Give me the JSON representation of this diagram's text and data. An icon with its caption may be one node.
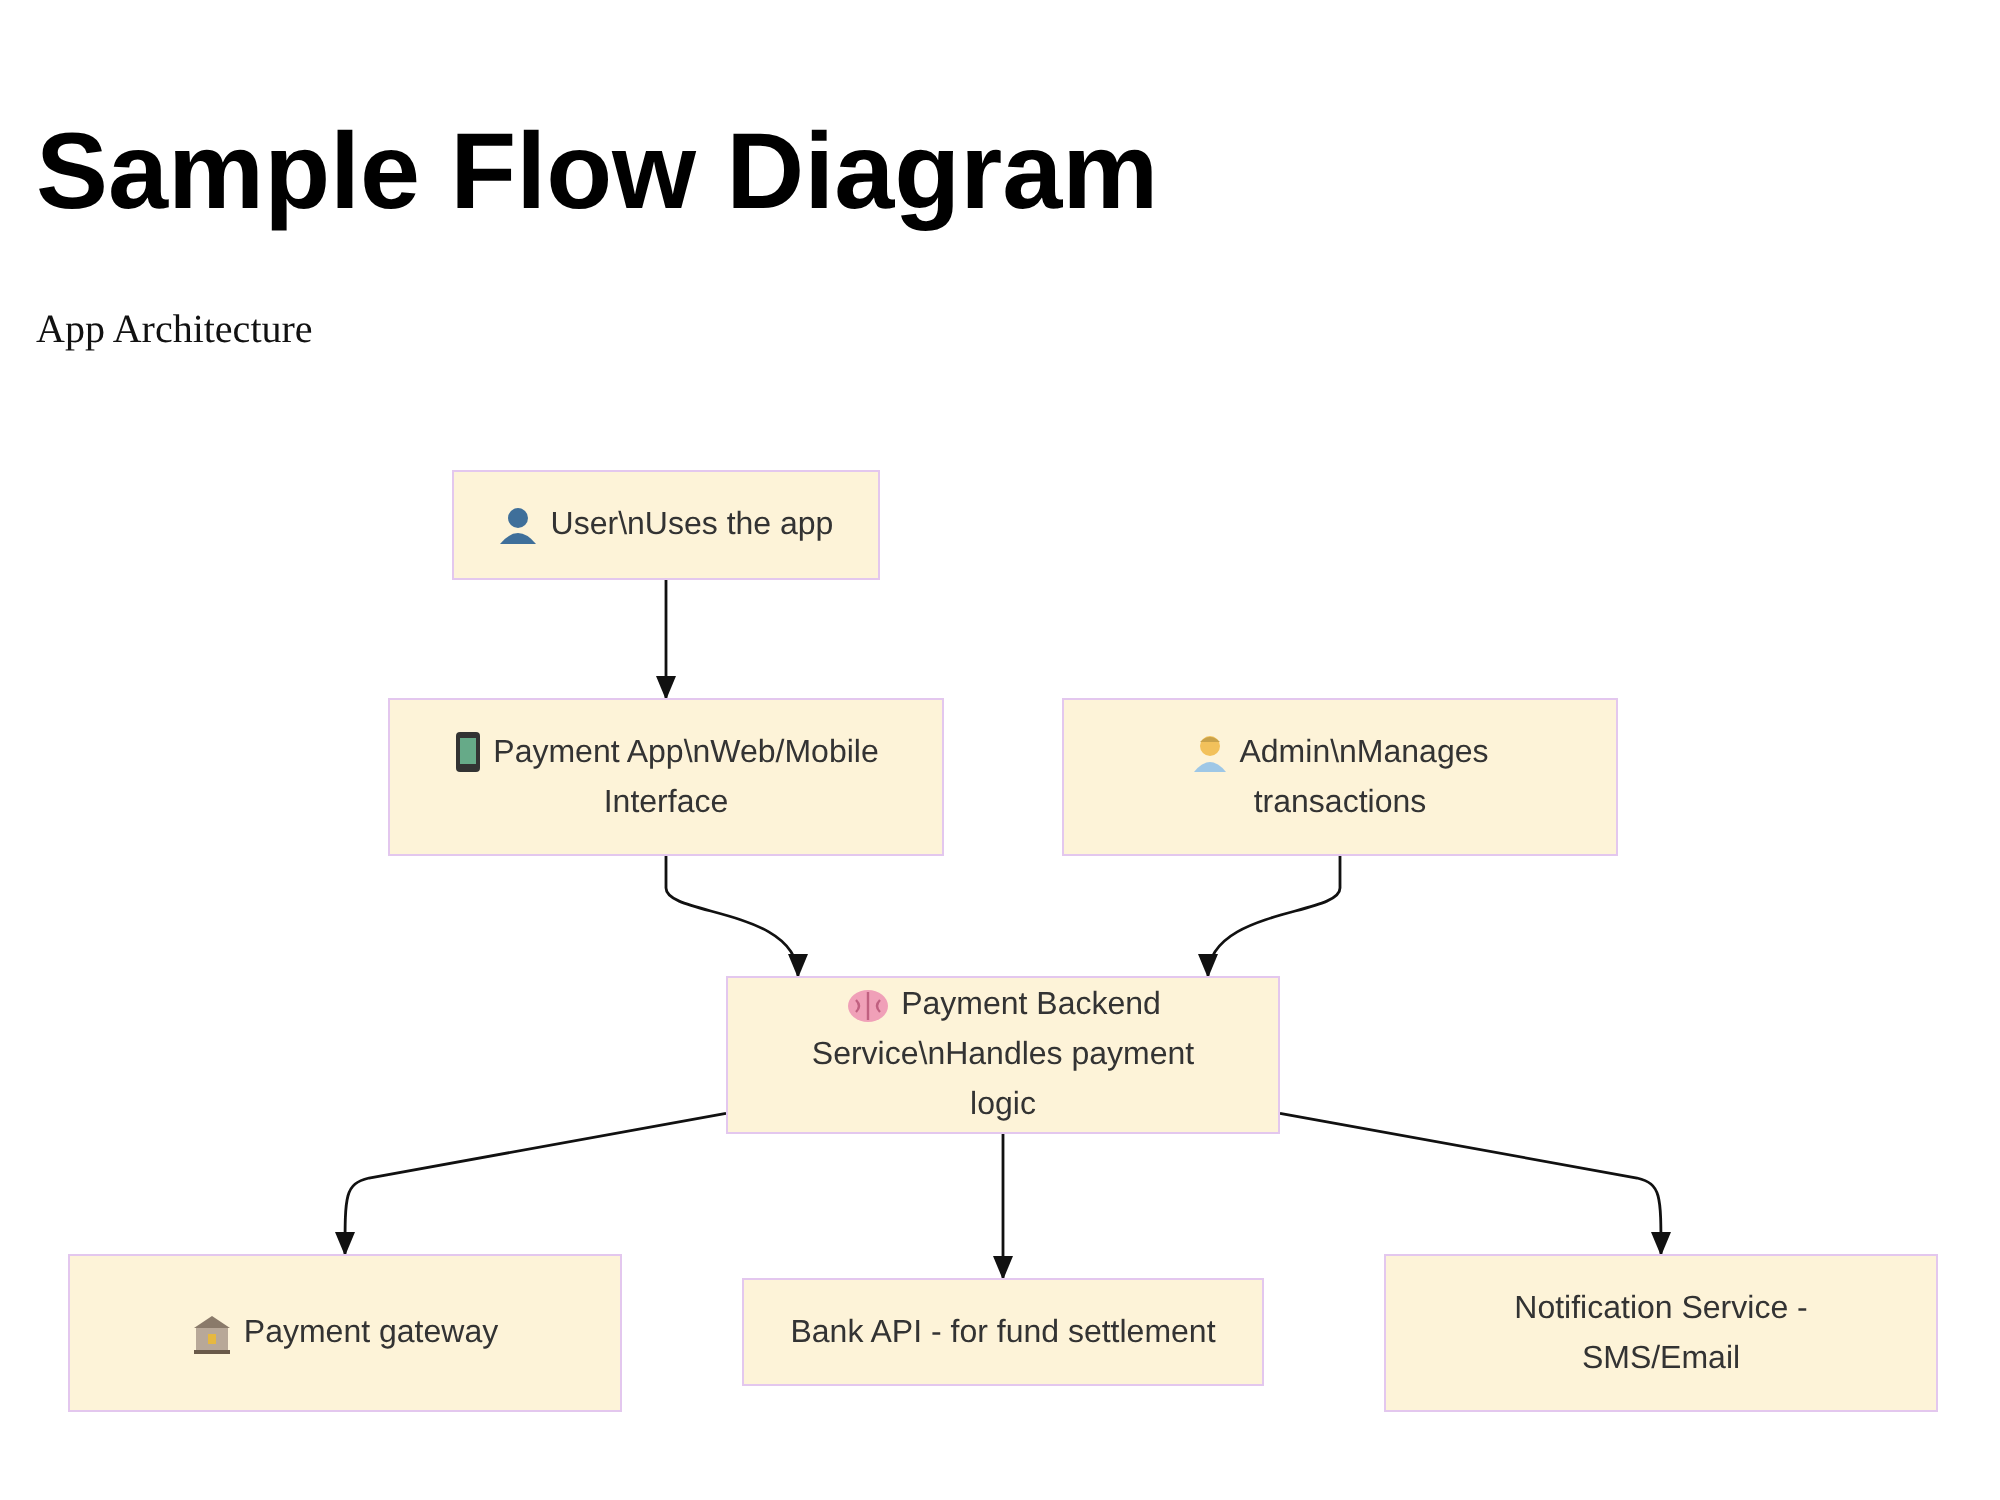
{
  "diagram": {
    "title": "Sample Flow Diagram",
    "nodes": [
      {
        "text": [
          "User\\nUses the app"
        ]
      },
      {
        "text": [
          "Payment App\\nWeb/Mobile Interface"
        ]
      },
      {
        "text": [
          "Admin\\nManages transactions"
        ]
      },
      {
        "text": [
          "Payment Backend Service\\nHandles payment logic"
        ]
      },
      {
        "text": [
          "Payment gateway"
        ]
      },
      {
        "text": [
          "Bank API - for fund settlement"
        ]
      },
      {
        "text": [
          "Notification Service - SMS/Email"
        ]
      }
    ],
    "edges": [
      {
        "from": 0,
        "to": 1,
        "arrow": "to"
      },
      {
        "from": 1,
        "to": 3,
        "arrow": "to"
      },
      {
        "from": 2,
        "to": 3,
        "arrow": "to"
      },
      {
        "from": 3,
        "to": 4,
        "arrow": "to"
      },
      {
        "from": 3,
        "to": 5,
        "arrow": "to"
      },
      {
        "from": 3,
        "to": 6,
        "arrow": "to"
      }
    ],
    "labels": [
      "App Architecture"
    ]
  }
}
